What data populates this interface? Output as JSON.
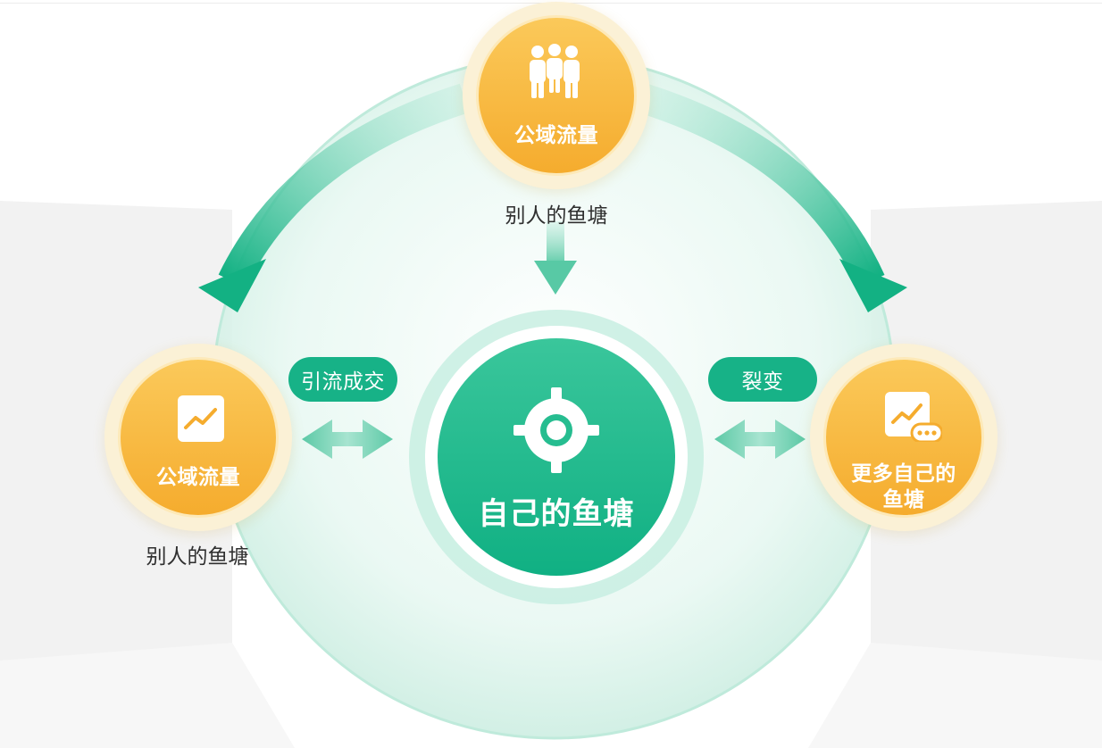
{
  "top_node": {
    "label": "公域流量",
    "caption": "别人的鱼塘"
  },
  "left_node": {
    "label": "公域流量",
    "caption": "别人的鱼塘"
  },
  "right_node": {
    "label_line1": "更多自己的",
    "label_line2": "鱼塘"
  },
  "center_node": {
    "label": "自己的鱼塘"
  },
  "left_link": {
    "label": "引流成交"
  },
  "right_link": {
    "label": "裂变"
  },
  "colors": {
    "green": "#17b287",
    "orange": "#f5ac2e",
    "light_green": "#c8efe2"
  }
}
